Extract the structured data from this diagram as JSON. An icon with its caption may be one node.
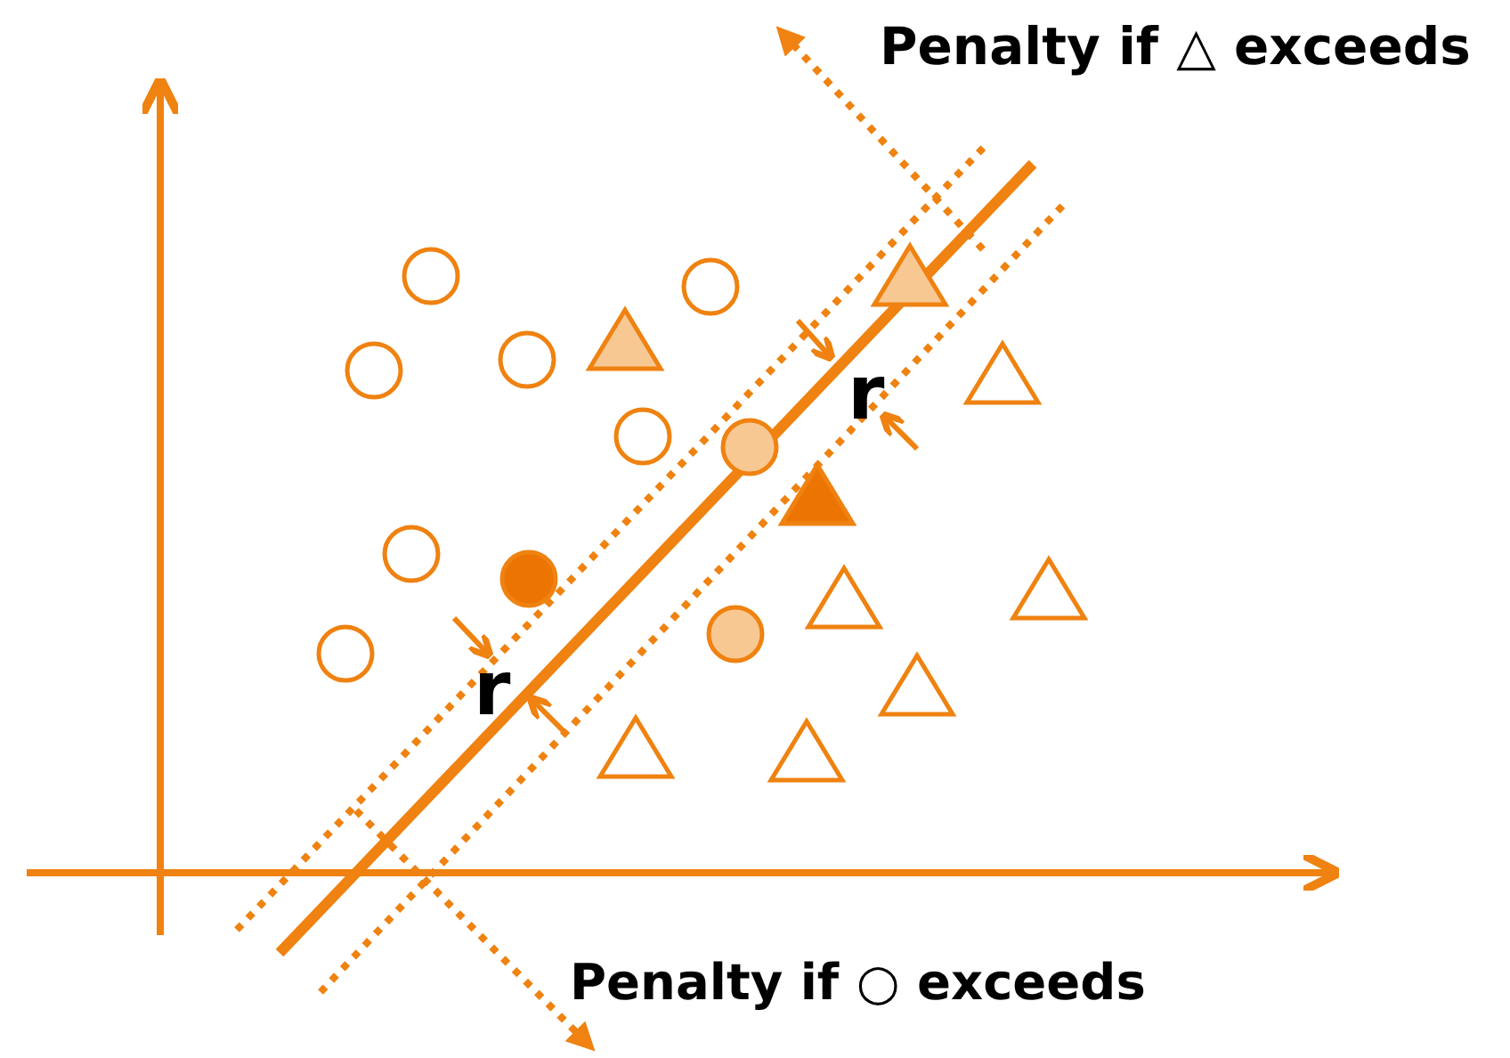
{
  "diagram": {
    "labels": [
      "Penalty if △ exceeds",
      "r",
      "r",
      "Penalty if ○ exceeds"
    ]
  }
}
